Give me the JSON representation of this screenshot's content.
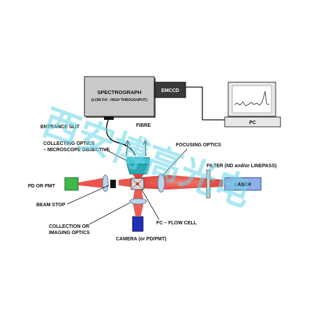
{
  "diagram": {
    "spectrograph": {
      "title": "SPECTROGRAPH",
      "subtitle": "(LOW F/# - HIGH THROUGHPUT)"
    },
    "labels": {
      "emccd": "EMCCD",
      "pc": "PC",
      "entrance_slit": "ENTRANCE SLIT",
      "fibre": "FIBRE",
      "collecting_optics_1": "COLLECTING OPTICS",
      "collecting_optics_2": "– MICROSCOPE OBJECTIVE",
      "focusing_optics": "FOCUSING OPTICS",
      "filter": "FILTER (ND and/or LINEPASS)",
      "pd_pmt": "PD OR PMT",
      "laser": "LASER",
      "beam_stop": "BEAM STOP",
      "fc_flow_cell": "FC – FLOW CELL",
      "collection_optics_1": "COLLECTION OR",
      "collection_optics_2": "IMAGING OPTICS",
      "camera": "CAMERA (or PD/PMT)"
    },
    "watermark": "西安博高光电",
    "colors": {
      "beam": "#e8423a",
      "objective": "#2aa9b5",
      "laser": "#8fb0ea",
      "pd": "#3fb94c",
      "camera": "#1f2fb8",
      "lens": "#bcd3e8",
      "spectrograph": "#c9c9c9",
      "emccd": "#3a3a3a",
      "watermark": "#6ad6e8"
    }
  }
}
